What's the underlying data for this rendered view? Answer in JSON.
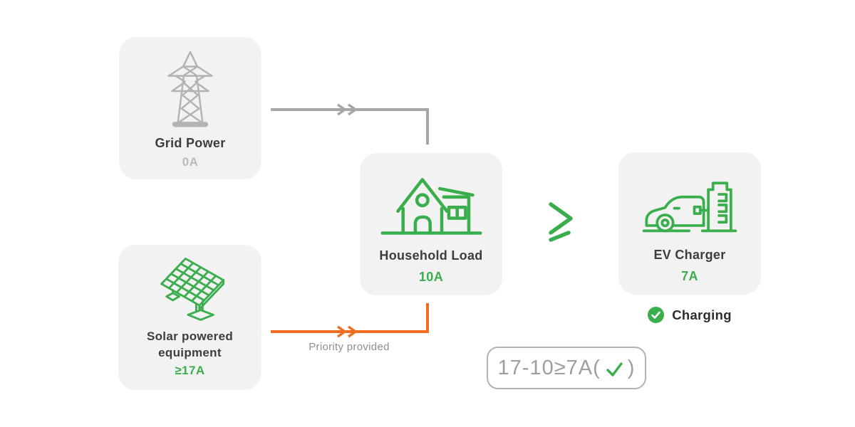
{
  "colors": {
    "green": "#3aad4c",
    "orange": "#f06e21",
    "line_gray": "#a6a6a6",
    "icon_gray": "#b3b3b3",
    "card_background": "#f2f2f2",
    "title_text": "#3d3d3d",
    "muted_value": "#b9b9b9",
    "caption_gray": "#8f8f8f",
    "formula_gray": "#9e9e9e"
  },
  "nodes": {
    "grid_power": {
      "label": "Grid Power",
      "value": "0A",
      "icon": "transmission-tower-icon"
    },
    "solar": {
      "label": "Solar powered equipment",
      "value": "≥17A",
      "icon": "solar-panel-icon"
    },
    "household": {
      "label": "Household Load",
      "value": "10A",
      "icon": "house-icon"
    },
    "ev_charger": {
      "label": "EV Charger",
      "value": "7A",
      "icon": "ev-car-charging-icon"
    }
  },
  "connections": {
    "grid_to_household": {
      "label": ""
    },
    "solar_to_household": {
      "label": "Priority provided"
    }
  },
  "comparator": {
    "symbol": "≥"
  },
  "status": {
    "label": "Charging",
    "icon": "check-circle-icon"
  },
  "formula": {
    "left": "17-10≥7A(",
    "right": ")",
    "check": "check-icon"
  }
}
